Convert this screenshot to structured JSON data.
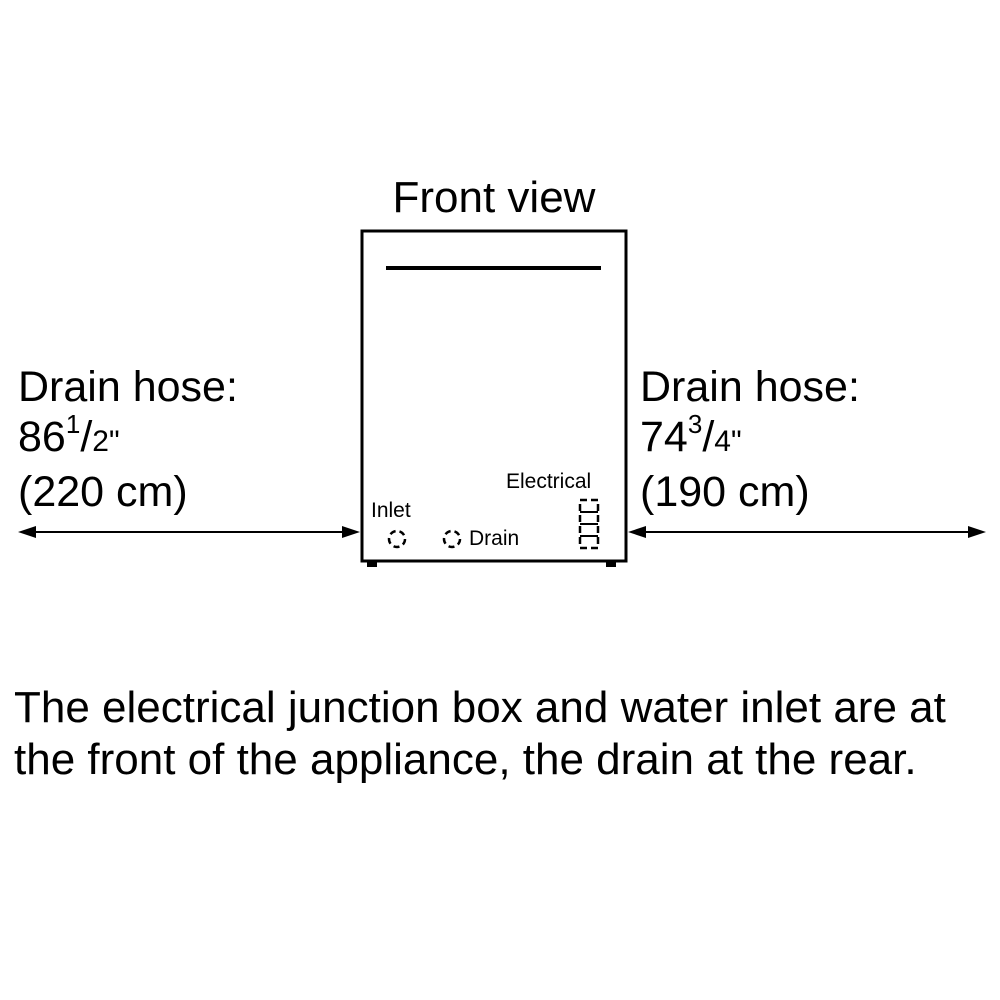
{
  "title": "Front view",
  "left": {
    "heading": "Drain hose:",
    "length_whole": "86",
    "length_num": "1",
    "length_den": "2\"",
    "metric": "(220 cm)"
  },
  "right": {
    "heading": "Drain hose:",
    "length_whole": "74",
    "length_num": "3",
    "length_den": "4\"",
    "metric": "(190 cm)"
  },
  "labels": {
    "inlet": "Inlet",
    "drain": "Drain",
    "electrical": "Electrical"
  },
  "caption": "The electrical junction box and water inlet are at the front of the appliance, the drain at the rear.",
  "colors": {
    "stroke": "#000000",
    "background": "#ffffff"
  }
}
